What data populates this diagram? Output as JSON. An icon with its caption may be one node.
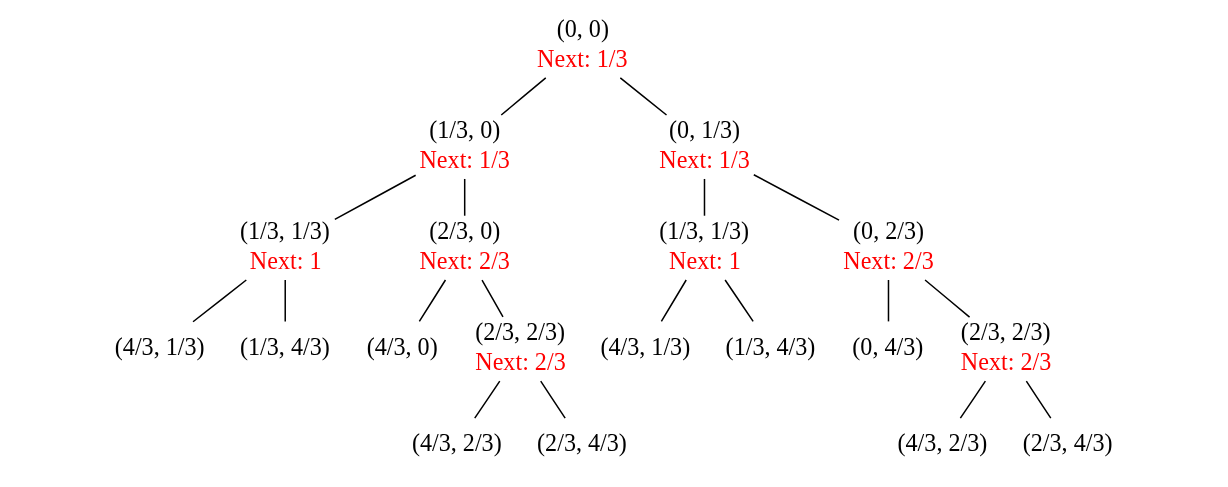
{
  "diagram": {
    "nodes": [
      {
        "text": [
          "(0, 0)",
          "Next: 1/3"
        ]
      },
      {
        "text": [
          "(1/3, 0)",
          "Next: 1/3"
        ]
      },
      {
        "text": [
          "(0, 1/3)",
          "Next: 1/3"
        ]
      },
      {
        "text": [
          "(1/3, 1/3)",
          "Next: 1"
        ]
      },
      {
        "text": [
          "(2/3, 0)",
          "Next: 2/3"
        ]
      },
      {
        "text": [
          "(1/3, 1/3)",
          "Next: 1"
        ]
      },
      {
        "text": [
          "(0, 2/3)",
          "Next: 2/3"
        ]
      },
      {
        "text": [
          "(4/3, 1/3)"
        ]
      },
      {
        "text": [
          "(1/3, 4/3)"
        ]
      },
      {
        "text": [
          "(4/3, 0)"
        ]
      },
      {
        "text": [
          "(2/3, 2/3)",
          "Next: 2/3"
        ]
      },
      {
        "text": [
          "(4/3, 1/3)"
        ]
      },
      {
        "text": [
          "(1/3, 4/3)"
        ]
      },
      {
        "text": [
          "(0, 4/3)"
        ]
      },
      {
        "text": [
          "(2/3, 2/3)",
          "Next: 2/3"
        ]
      },
      {
        "text": [
          "(4/3, 2/3)"
        ]
      },
      {
        "text": [
          "(2/3, 4/3)"
        ]
      },
      {
        "text": [
          "(4/3, 2/3)"
        ]
      },
      {
        "text": [
          "(2/3, 4/3)"
        ]
      }
    ],
    "edges": [
      {
        "from": 0,
        "to": 1,
        "arrow": "none"
      },
      {
        "from": 0,
        "to": 2,
        "arrow": "none"
      },
      {
        "from": 1,
        "to": 3,
        "arrow": "none"
      },
      {
        "from": 1,
        "to": 4,
        "arrow": "none"
      },
      {
        "from": 2,
        "to": 5,
        "arrow": "none"
      },
      {
        "from": 2,
        "to": 6,
        "arrow": "none"
      },
      {
        "from": 3,
        "to": 7,
        "arrow": "none"
      },
      {
        "from": 3,
        "to": 8,
        "arrow": "none"
      },
      {
        "from": 4,
        "to": 9,
        "arrow": "none"
      },
      {
        "from": 4,
        "to": 10,
        "arrow": "none"
      },
      {
        "from": 5,
        "to": 11,
        "arrow": "none"
      },
      {
        "from": 5,
        "to": 12,
        "arrow": "none"
      },
      {
        "from": 6,
        "to": 13,
        "arrow": "none"
      },
      {
        "from": 6,
        "to": 14,
        "arrow": "none"
      },
      {
        "from": 10,
        "to": 15,
        "arrow": "none"
      },
      {
        "from": 10,
        "to": 16,
        "arrow": "none"
      },
      {
        "from": 14,
        "to": 17,
        "arrow": "none"
      },
      {
        "from": 14,
        "to": 18,
        "arrow": "none"
      }
    ]
  }
}
